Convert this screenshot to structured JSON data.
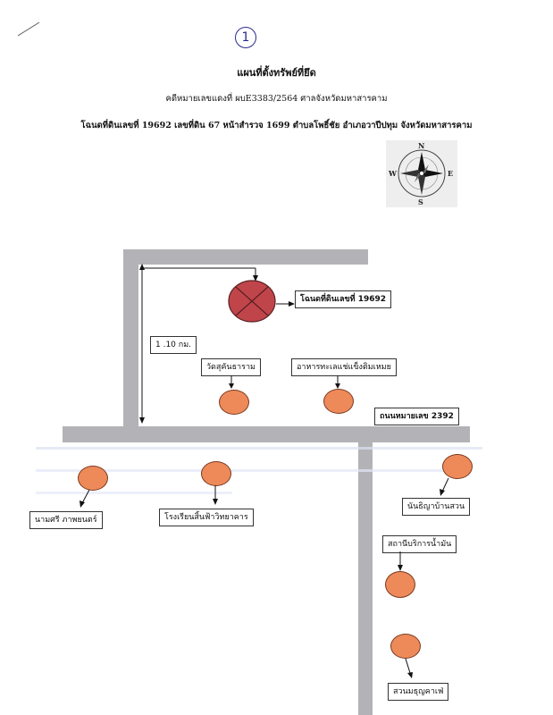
{
  "page_number": "1",
  "title": "แผนที่ตั้งทรัพย์ที่ยึด",
  "case_line": "คดีหมายเลขแดงที่ ผบE3383/2564 ศาลจังหวัดมหาสารคาม",
  "deed_line": "โฉนดที่ดินเลขที่ 19692 เลขที่ดิน 67 หน้าสำรวจ 1699 ตำบลโพธิ์ชัย อำเภอวาปีปทุม จังหวัดมหาสารคาม",
  "compass": {
    "n": "N",
    "s": "S",
    "e": "E",
    "w": "W"
  },
  "map": {
    "parcel_label": "โฉนดที่ดินเลขที่ 19692",
    "distance_label": "1 .10 กม.",
    "road_label": "ถนนหมายเลข 2392",
    "landmarks": {
      "temple": "วัดสุคันธาราม",
      "restaurant": "อาหารทะเลแช่แข็งติมเหมย",
      "cinema": "นามศรี ภาพยนตร์",
      "school": "โรงเรียนสิ้นฟ้าวิทยาคาร",
      "nursery": "นันธิญาบ้านสวน",
      "gas_station": "สถานีบริการน้ำมัน",
      "cafe": "สวนมธุญคาเฟ่"
    }
  },
  "colors": {
    "road": "#b3b3b7",
    "parcel": "#c0454b",
    "marker": "#ee8a5a"
  }
}
